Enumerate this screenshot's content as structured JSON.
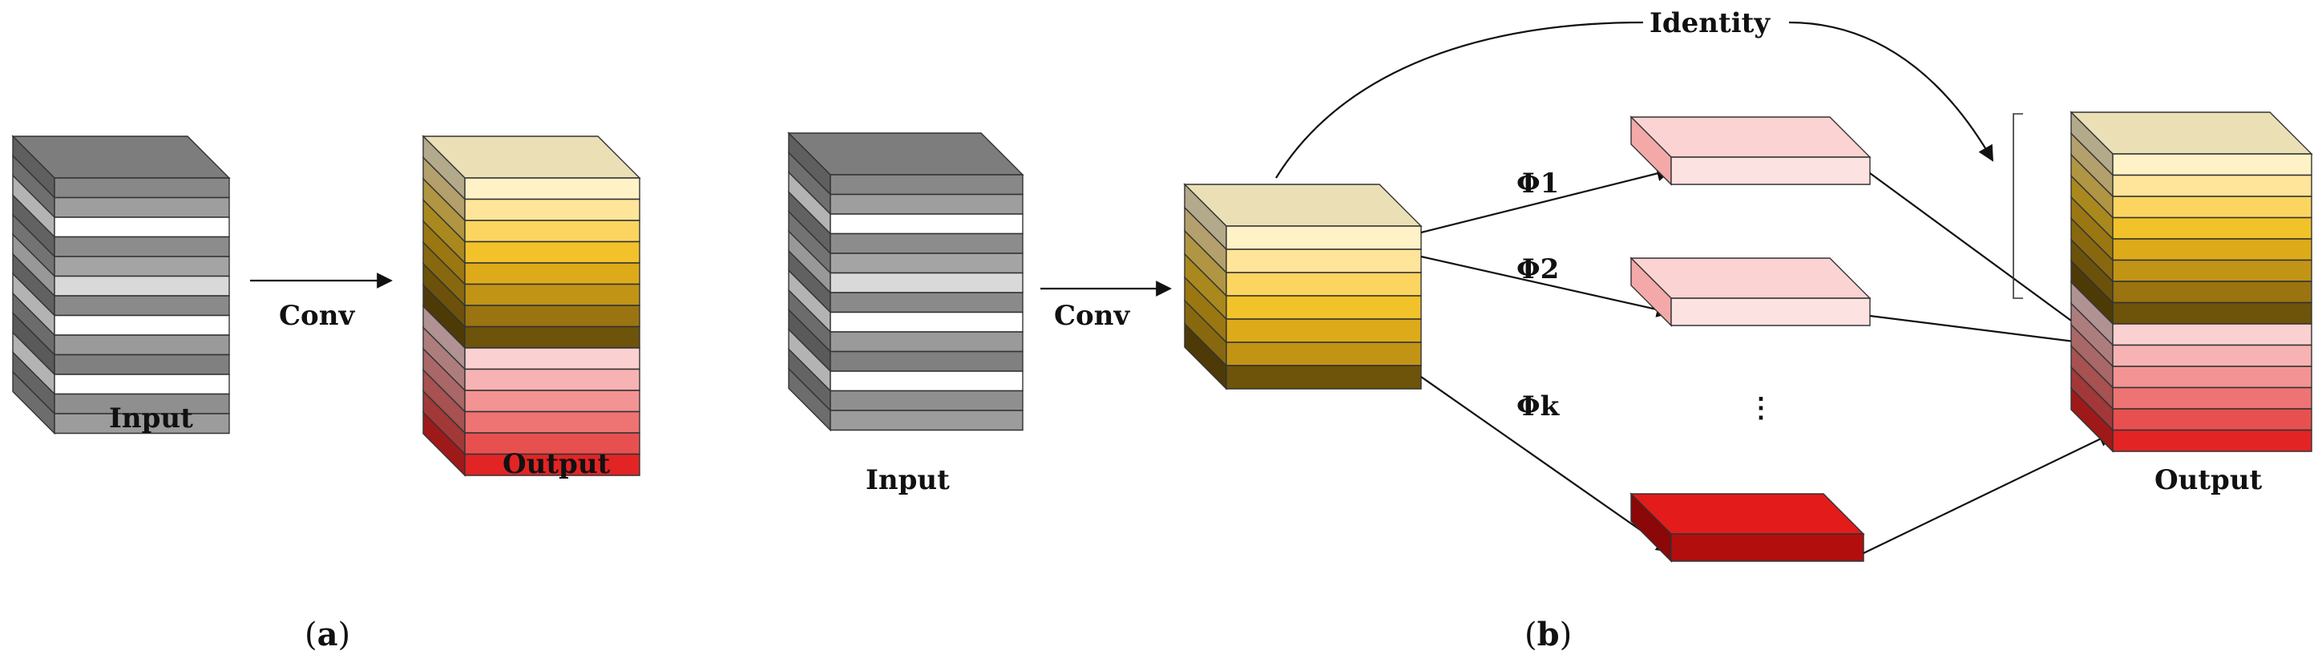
{
  "panel_a": {
    "caption_open": "(",
    "caption_letter": "a",
    "caption_close": ")",
    "input_label": "Input",
    "conv_label": "Conv",
    "output_label": "Output"
  },
  "panel_b": {
    "caption_open": "(",
    "caption_letter": "b",
    "caption_close": ")",
    "input_label": "Input",
    "conv_label": "Conv",
    "identity_label": "Identity",
    "phi1_label": "Φ1",
    "phi2_label": "Φ2",
    "phik_label": "Φk",
    "ellipsis": "⋮",
    "output_label": "Output"
  },
  "colors": {
    "gray_band": [
      "#888888",
      "#9e9e9e",
      "#ffffff",
      "#8c8c8c",
      "#a4a4a4",
      "#d9d9d9",
      "#8a8a8a",
      "#ffffff",
      "#9a9a9a",
      "#808080",
      "#ffffff",
      "#8f8f8f",
      "#9c9c9c"
    ],
    "gold_band": [
      "#fff2c6",
      "#ffe59a",
      "#fcd560",
      "#f2c22b",
      "#ddaa1a",
      "#c29416",
      "#9a7410",
      "#6e530a"
    ],
    "red_band": [
      "#fbd0d0",
      "#f7b3b3",
      "#f39393",
      "#ee7373",
      "#e85050",
      "#e32424"
    ],
    "ghost_light": "#fcd3d3",
    "ghost_dark": "#cc1111"
  }
}
